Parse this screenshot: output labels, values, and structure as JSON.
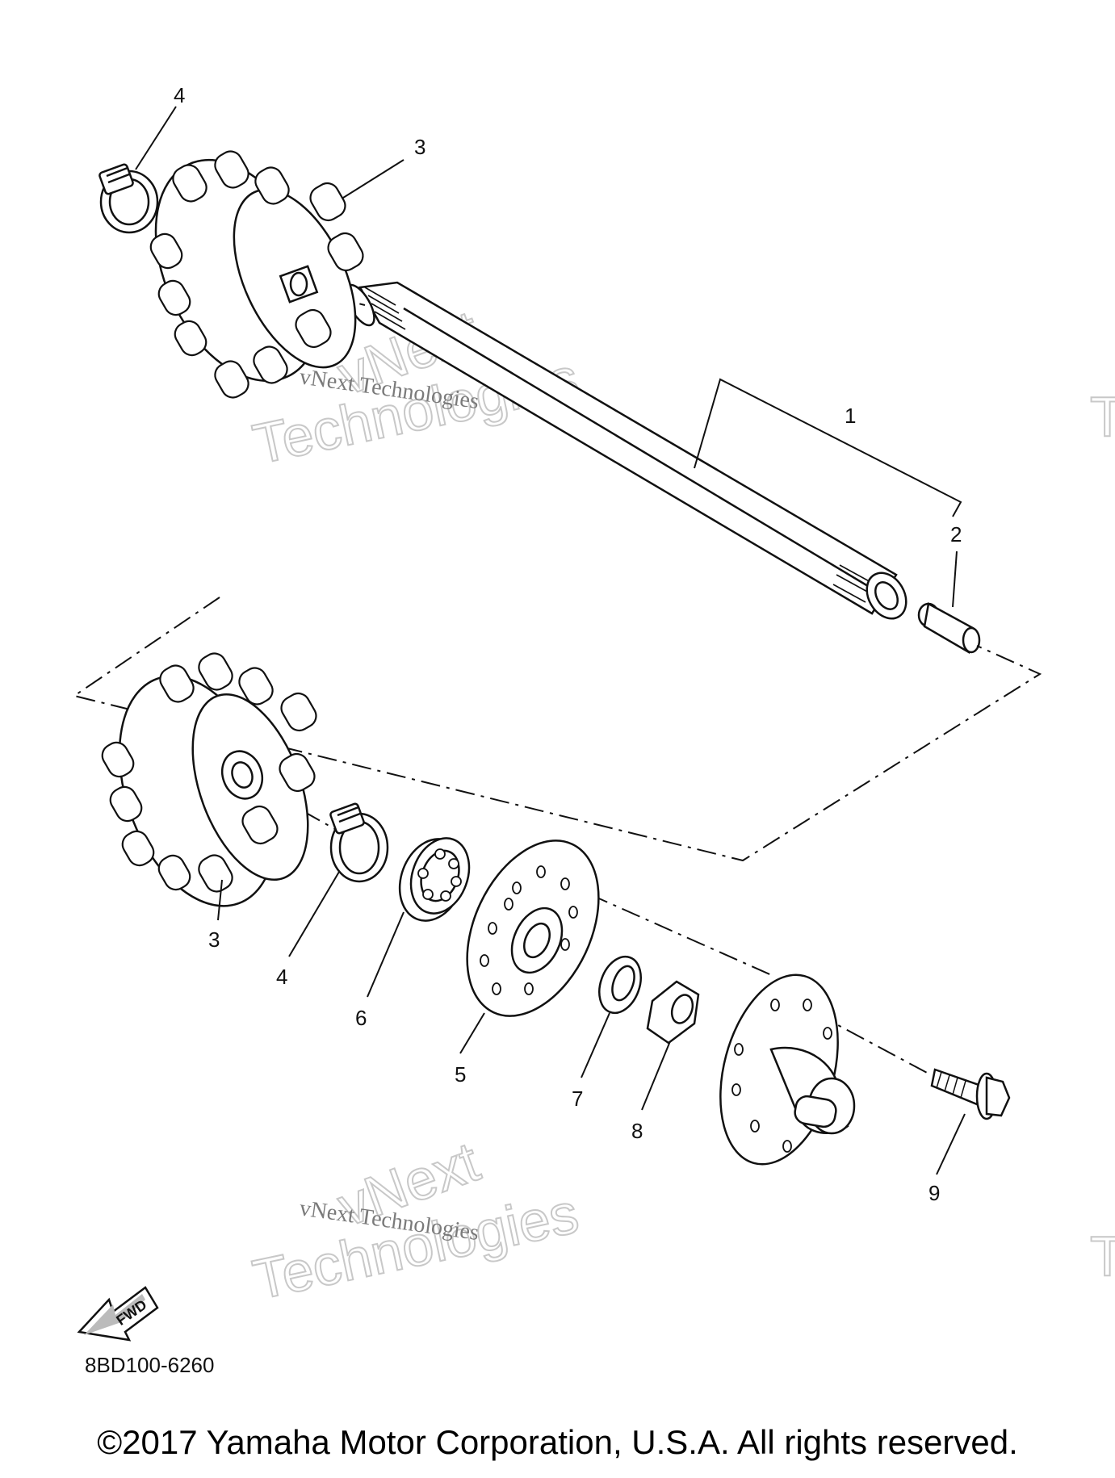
{
  "callouts": [
    {
      "id": "callout-4-top",
      "text": "4"
    },
    {
      "id": "callout-3-top",
      "text": "3"
    },
    {
      "id": "callout-1",
      "text": "1"
    },
    {
      "id": "callout-2",
      "text": "2"
    },
    {
      "id": "callout-3-bottom",
      "text": "3"
    },
    {
      "id": "callout-4-bottom",
      "text": "4"
    },
    {
      "id": "callout-6",
      "text": "6"
    },
    {
      "id": "callout-5",
      "text": "5"
    },
    {
      "id": "callout-7",
      "text": "7"
    },
    {
      "id": "callout-8",
      "text": "8"
    },
    {
      "id": "callout-9",
      "text": "9"
    }
  ],
  "watermark": {
    "line1": "vNext",
    "line2": "Technologies",
    "small": "vNext Technologies",
    "edge": "T"
  },
  "fwd_label": "FWD",
  "part_code": "8BD100-6260",
  "copyright": "©2017 Yamaha Motor Corporation, U.S.A. All rights reserved."
}
